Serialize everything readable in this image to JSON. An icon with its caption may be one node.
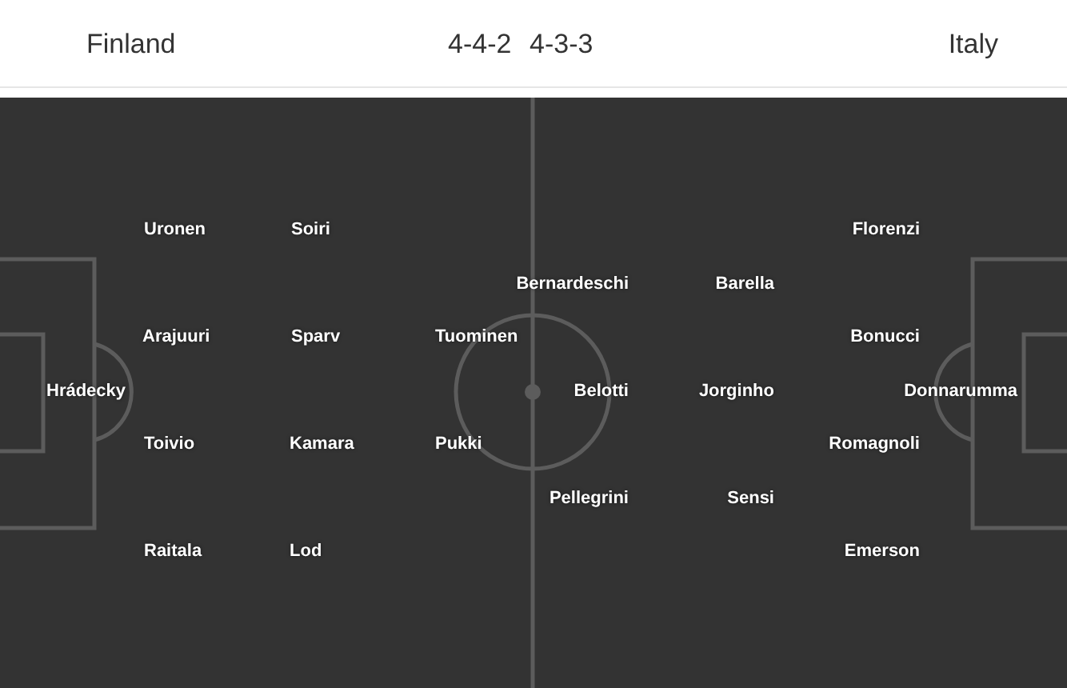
{
  "diagram": {
    "labels": [
      "Finland",
      "4-4-2",
      "4-3-3",
      "Italy",
      "Uronen",
      "Soiri",
      "Florenzi",
      "Bernardeschi",
      "Barella",
      "Arajuuri",
      "Sparv",
      "Tuominen",
      "Bonucci",
      "Hrádecky",
      "Belotti",
      "Jorginho",
      "Donnarumma",
      "Toivio",
      "Kamara",
      "Pukki",
      "Romagnoli",
      "Pellegrini",
      "Sensi",
      "Raitala",
      "Lod",
      "Emerson"
    ]
  }
}
